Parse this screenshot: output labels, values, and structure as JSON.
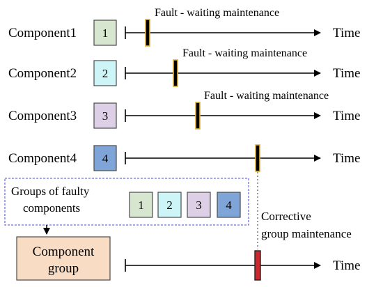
{
  "timeline_label": "Time",
  "fault_label_word": "Fault",
  "fault_label_rest": "- waiting maintenance",
  "components": [
    {
      "name": "Component1",
      "number": "1",
      "color": "#d6e6cf"
    },
    {
      "name": "Component2",
      "number": "2",
      "color": "#cdf5f8"
    },
    {
      "name": "Component3",
      "number": "3",
      "color": "#ddd0e6"
    },
    {
      "name": "Component4",
      "number": "4",
      "color": "#7fa5d8"
    }
  ],
  "faulty_group": {
    "label_line1": "Groups of faulty",
    "label_line2": "components",
    "border_color": "#6f6fe0"
  },
  "component_group": {
    "label_line1": "Component",
    "label_line2": "group",
    "color": "#f9dcc4"
  },
  "corrective": {
    "label_line1": "Corrective",
    "label_line2": "group maintenance"
  },
  "colors": {
    "fault_marker_fill": "#000000",
    "fault_marker_outline": "#e2b13a",
    "corrective_marker_fill": "#c8282e",
    "corrective_marker_outline": "#222222",
    "box_border": "#4a4a4a"
  }
}
